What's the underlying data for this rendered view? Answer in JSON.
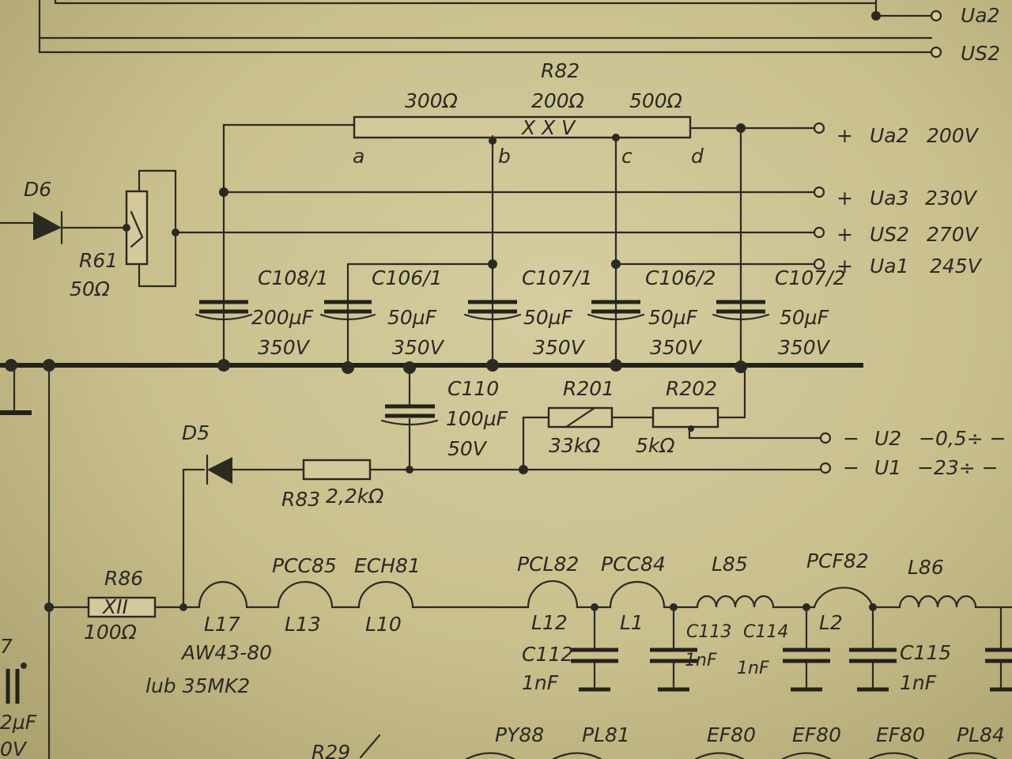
{
  "top_rails": [
    "Ua2",
    "US2"
  ],
  "resistor_chain": {
    "name": "R82",
    "sections": [
      "300Ω",
      "200Ω",
      "500Ω"
    ],
    "taps": [
      "a",
      "b",
      "c",
      "d"
    ],
    "markings": "X X V"
  },
  "outputs": [
    {
      "sign": "+",
      "name": "Ua2",
      "voltage": "200V"
    },
    {
      "sign": "+",
      "name": "Ua3",
      "voltage": "230V"
    },
    {
      "sign": "+",
      "name": "US2",
      "voltage": "270V"
    },
    {
      "sign": "+",
      "name": "Ua1",
      "voltage": "245V"
    },
    {
      "sign": "−",
      "name": "U2",
      "voltage": "−0,5÷ −"
    },
    {
      "sign": "−",
      "name": "U1",
      "voltage": "−23÷ −"
    }
  ],
  "diodes": {
    "d6": "D6",
    "d5": "D5"
  },
  "resistors": {
    "r61": {
      "name": "R61",
      "value": "50Ω"
    },
    "r83": {
      "name": "R83",
      "value": "2,2kΩ"
    },
    "r86": {
      "name": "R86",
      "value": "100Ω"
    },
    "r201": {
      "name": "R201",
      "value": "33kΩ"
    },
    "r202": {
      "name": "R202",
      "value": "5kΩ"
    }
  },
  "capacitors": [
    {
      "name": "C108/1",
      "value": "200µF",
      "rating": "350V"
    },
    {
      "name": "C106/1",
      "value": "50µF",
      "rating": "350V"
    },
    {
      "name": "C107/1",
      "value": "50µF",
      "rating": "350V"
    },
    {
      "name": "C106/2",
      "value": "50µF",
      "rating": "350V"
    },
    {
      "name": "C107/2",
      "value": "50µF",
      "rating": "350V"
    },
    {
      "name": "C110",
      "value": "100µF",
      "rating": "50V"
    }
  ],
  "heater_chain": {
    "tubes_top": [
      "PCC85",
      "ECH81",
      "PCL82",
      "PCC84",
      "PCF82"
    ],
    "coils": [
      "L17",
      "L13",
      "L10",
      "L12",
      "L1",
      "L2"
    ],
    "inductors": [
      "L85",
      "L86"
    ],
    "crt": [
      "AW43-80",
      "lub 35MK2"
    ],
    "filter_caps": [
      {
        "name": "C112",
        "value": "1nF"
      },
      {
        "name": "C113",
        "value": "1nF"
      },
      {
        "name": "C114",
        "value": "1nF"
      },
      {
        "name": "C115",
        "value": "1nF"
      }
    ]
  },
  "tubes_bottom": [
    "PY88",
    "PL81",
    "EF80",
    "EF80",
    "EF80",
    "PL84"
  ],
  "partial_labels": {
    "left_cap": "2µF",
    "left_voltage": "0V",
    "left_num": "7",
    "bottom_res": "R29"
  }
}
